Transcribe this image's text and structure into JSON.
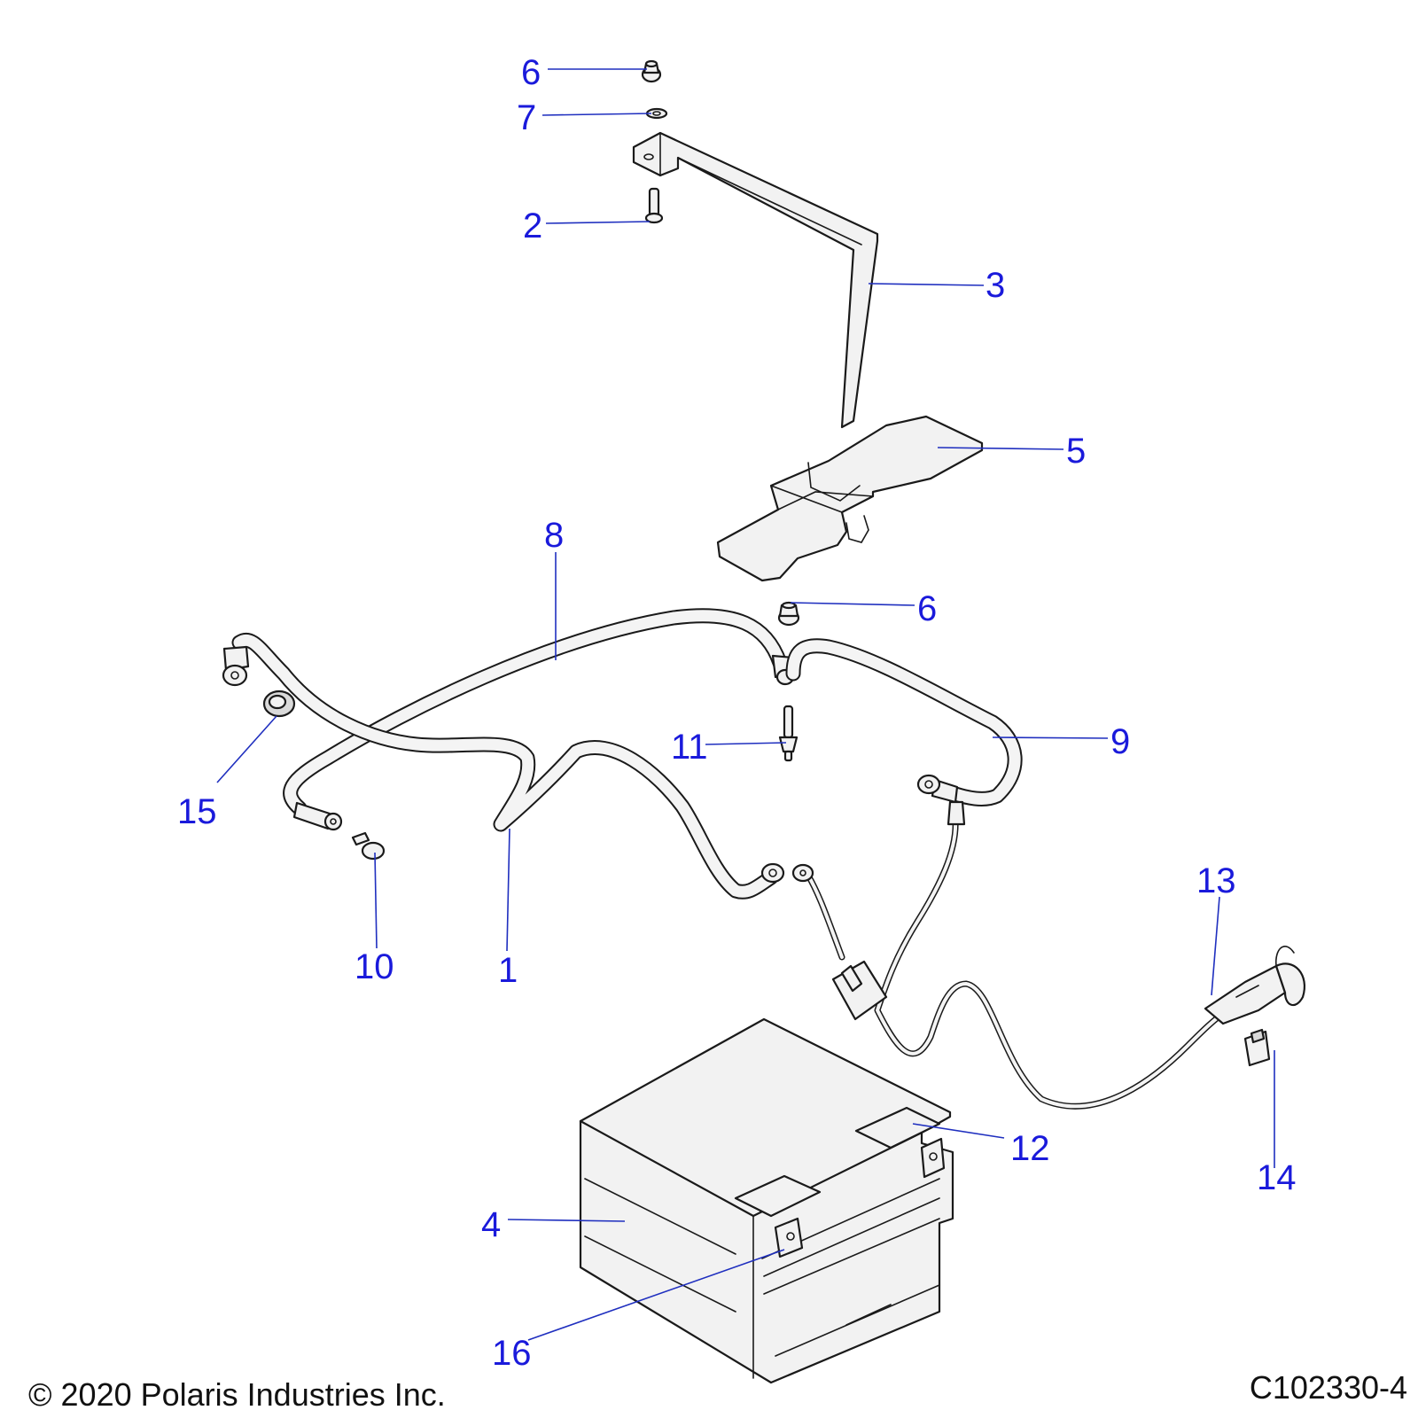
{
  "callouts": [
    {
      "id": "c6a",
      "label": "6"
    },
    {
      "id": "c7",
      "label": "7"
    },
    {
      "id": "c2",
      "label": "2"
    },
    {
      "id": "c3",
      "label": "3"
    },
    {
      "id": "c5",
      "label": "5"
    },
    {
      "id": "c8",
      "label": "8"
    },
    {
      "id": "c6b",
      "label": "6"
    },
    {
      "id": "c11",
      "label": "11"
    },
    {
      "id": "c9",
      "label": "9"
    },
    {
      "id": "c15",
      "label": "15"
    },
    {
      "id": "c10",
      "label": "10"
    },
    {
      "id": "c1",
      "label": "1"
    },
    {
      "id": "c13",
      "label": "13"
    },
    {
      "id": "c12",
      "label": "12"
    },
    {
      "id": "c14",
      "label": "14"
    },
    {
      "id": "c4",
      "label": "4"
    },
    {
      "id": "c16",
      "label": "16"
    }
  ],
  "footer": {
    "copyright": "© 2020 Polaris Industries Inc.",
    "diagram_code": "C102330-4"
  },
  "colors": {
    "callout_text": "#1a1adb",
    "leader_line": "#1f2fbf",
    "part_outline": "#1a1a1a",
    "part_fill": "#f2f2f2"
  }
}
